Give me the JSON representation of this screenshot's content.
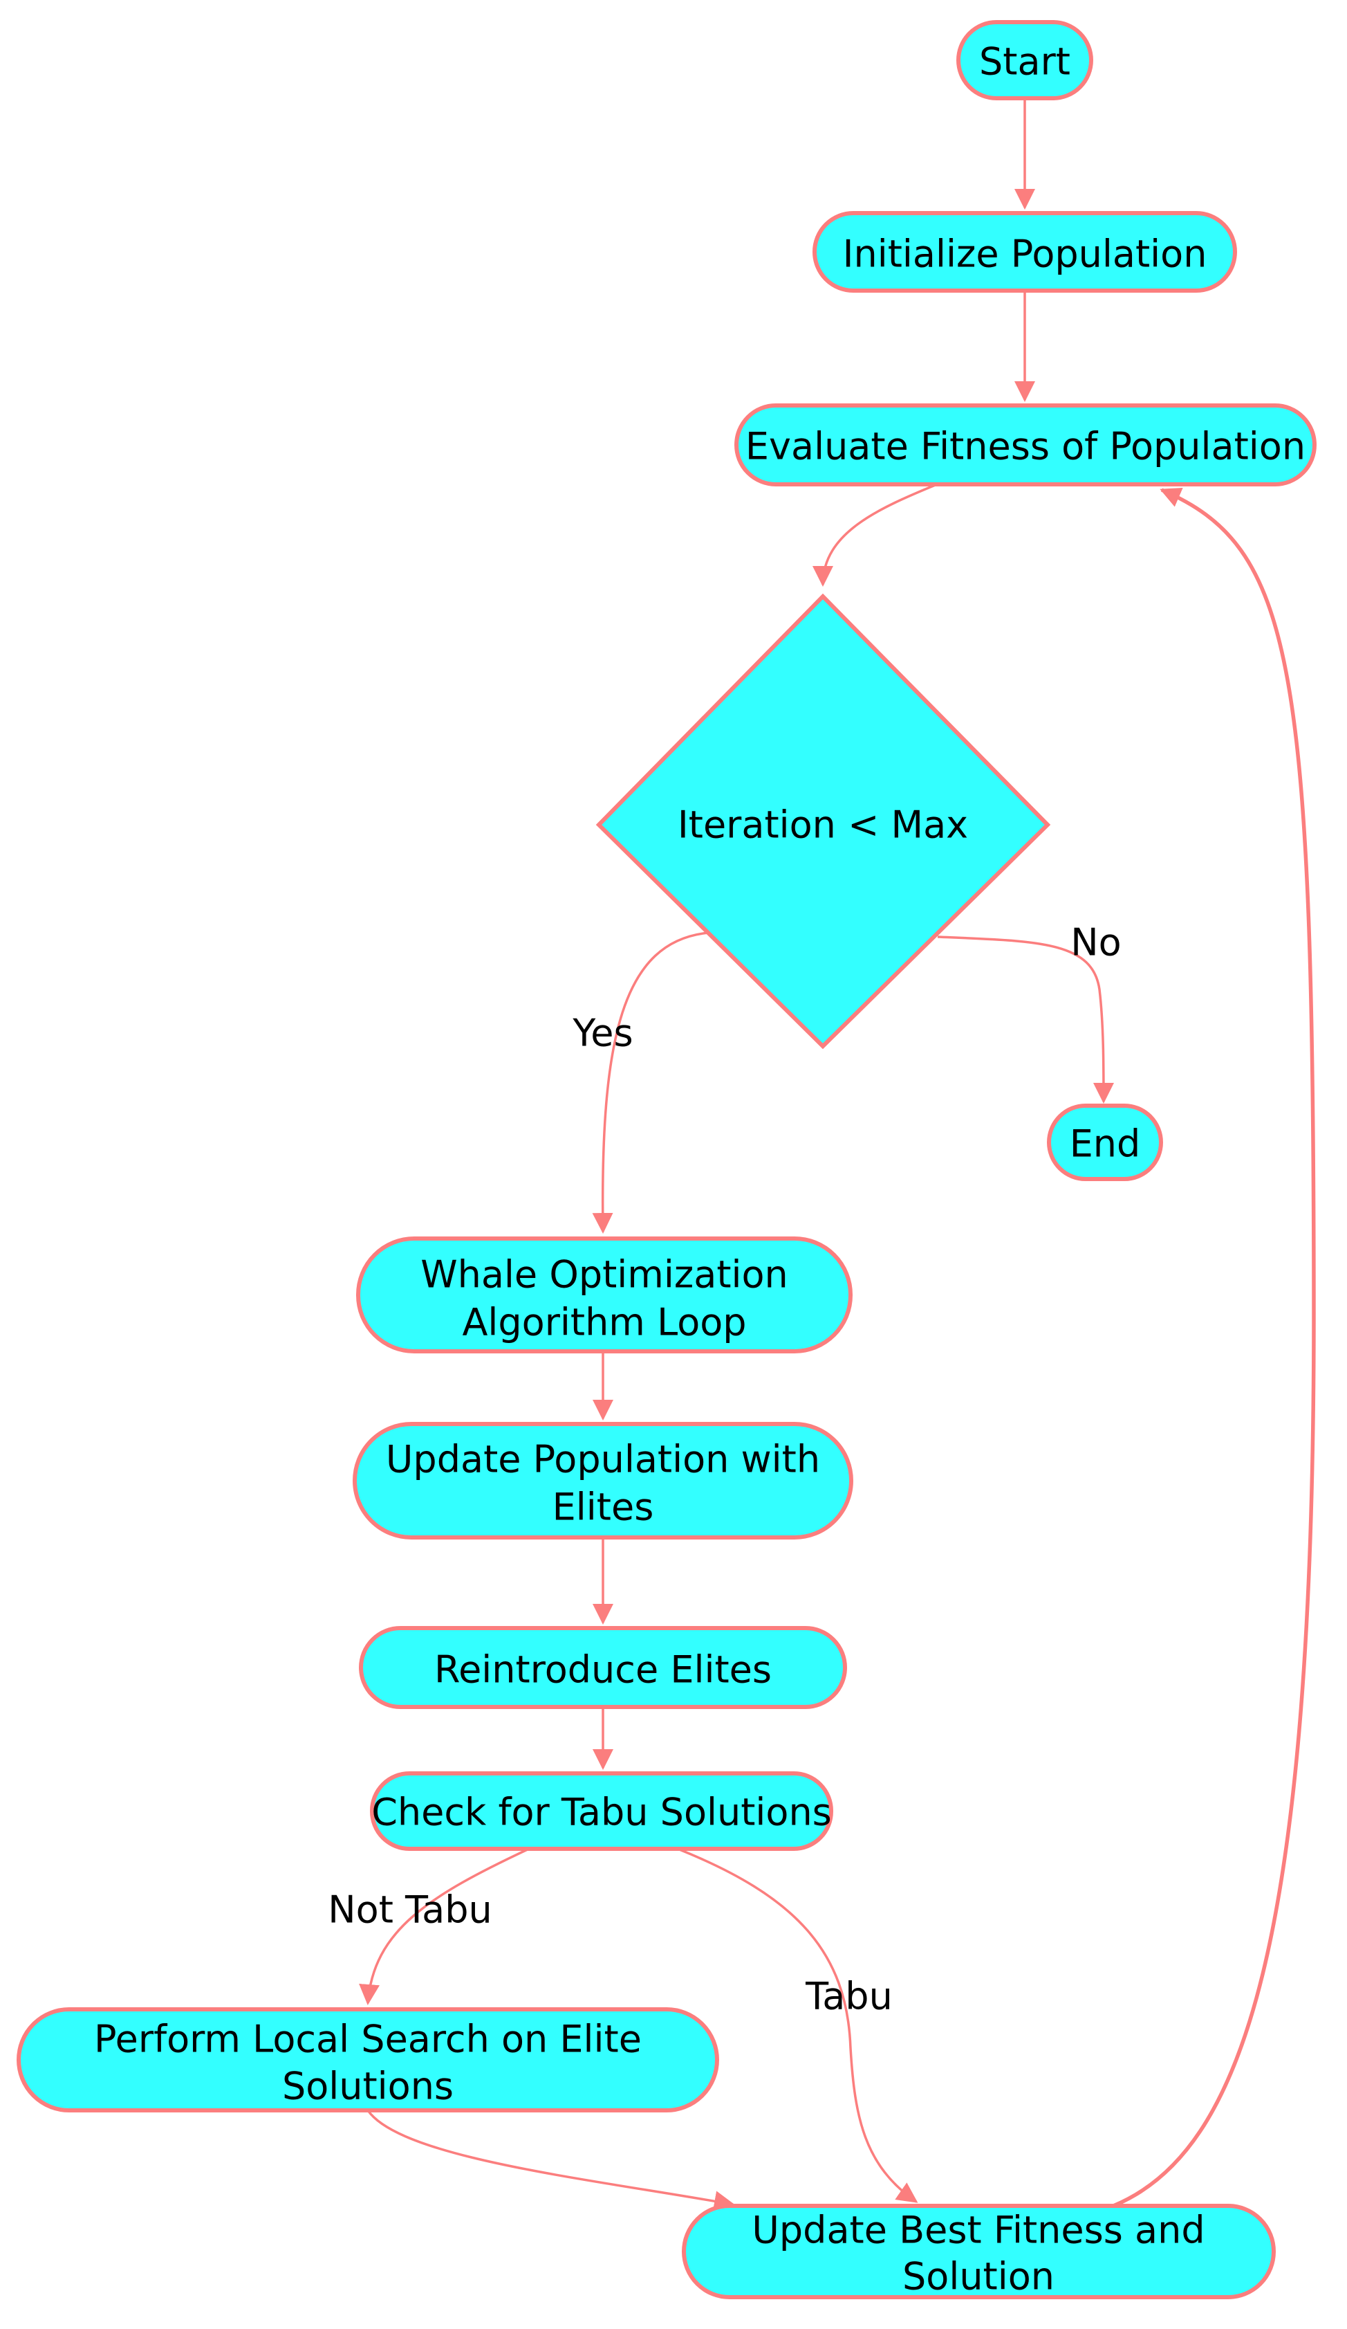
{
  "nodes": {
    "start": {
      "label": "Start"
    },
    "init": {
      "label": "Initialize Population"
    },
    "evaluate": {
      "label": "Evaluate Fitness of Population"
    },
    "decision": {
      "label": "Iteration < Max"
    },
    "end": {
      "label": "End"
    },
    "woa": {
      "line1": "Whale Optimization",
      "line2": "Algorithm Loop"
    },
    "update_pop": {
      "line1": "Update Population with",
      "line2": "Elites"
    },
    "reintroduce": {
      "label": "Reintroduce Elites"
    },
    "check_tabu": {
      "label": "Check for Tabu Solutions"
    },
    "local_search": {
      "line1": "Perform Local Search on Elite",
      "line2": "Solutions"
    },
    "update_best": {
      "line1": "Update Best Fitness and",
      "line2": "Solution"
    }
  },
  "edges": {
    "yes": "Yes",
    "no": "No",
    "not_tabu": "Not Tabu",
    "tabu": "Tabu"
  },
  "colors": {
    "node_fill": "#33ffff",
    "node_stroke": "#fb7e7e",
    "edge": "#fb7e7e",
    "text": "#000000"
  }
}
